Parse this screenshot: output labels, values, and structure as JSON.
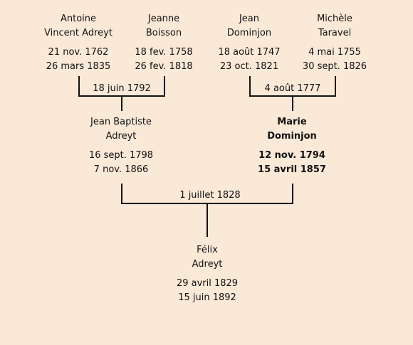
{
  "grandparents": [
    {
      "first": "Antoine",
      "last": "Vincent Adreyt",
      "birth": "21 nov. 1762",
      "death": "26 mars 1835"
    },
    {
      "first": "Jeanne",
      "last": "Boisson",
      "birth": "18 fev. 1758",
      "death": "26 fev. 1818"
    },
    {
      "first": "Jean",
      "last": "Dominjon",
      "birth": "18 août 1747",
      "death": "23 oct. 1821"
    },
    {
      "first": "Michèle",
      "last": "Taravel",
      "birth": "4 mai 1755",
      "death": "30 sept. 1826"
    }
  ],
  "parents": [
    {
      "first": "Jean Baptiste",
      "last": "Adreyt",
      "birth": "16 sept. 1798",
      "death": "7 nov. 1866"
    },
    {
      "first": "Marie",
      "last": "Dominjon",
      "birth": "12 nov. 1794",
      "death": "15 avril 1857",
      "highlighted": true
    }
  ],
  "child": {
    "first": "Félix",
    "last": "Adreyt",
    "birth": "29 avril 1829",
    "death": "15 juin 1892"
  },
  "marriages": {
    "paternal": "18 juin 1792",
    "maternal": "4 août 1777",
    "parents": "1 juillet 1828"
  }
}
